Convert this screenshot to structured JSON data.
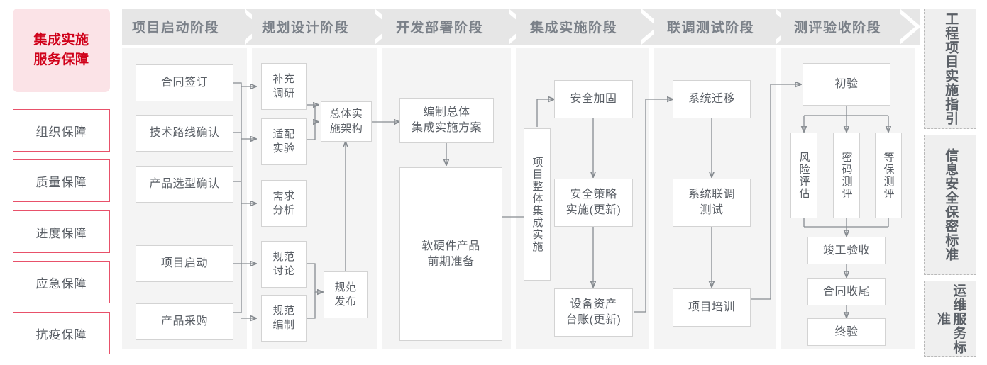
{
  "title_block": {
    "line1": "集成实施",
    "line2": "服务保障"
  },
  "guarantees": [
    {
      "label": "组织保障"
    },
    {
      "label": "质量保障"
    },
    {
      "label": "进度保障"
    },
    {
      "label": "应急保障"
    },
    {
      "label": "抗疫保障"
    }
  ],
  "phases": [
    {
      "id": "p1",
      "header": "项目启动阶段"
    },
    {
      "id": "p2",
      "header": "规划设计阶段"
    },
    {
      "id": "p3",
      "header": "开发部署阶段"
    },
    {
      "id": "p4",
      "header": "集成实施阶段"
    },
    {
      "id": "p5",
      "header": "联调测试阶段"
    },
    {
      "id": "p6",
      "header": "测评验收阶段"
    }
  ],
  "nodes": {
    "p1": [
      {
        "label": "合同签订"
      },
      {
        "label": "技术路线确认"
      },
      {
        "label": "产品选型确认"
      },
      {
        "label": "项目启动"
      },
      {
        "label": "产品采购"
      }
    ],
    "p2": [
      {
        "label": "补充\n调研"
      },
      {
        "label": "适配\n实验"
      },
      {
        "label": "需求\n分析"
      },
      {
        "label": "规范\n讨论"
      },
      {
        "label": "规范\n编制"
      },
      {
        "label": "总体实\n施架构"
      },
      {
        "label": "规范\n发布"
      }
    ],
    "p3": [
      {
        "label": "编制总体\n集成实施方案"
      },
      {
        "label": "软硬件产品\n前期准备"
      }
    ],
    "p4": [
      {
        "label": "项目整体集成实施"
      },
      {
        "label": "安全加固"
      },
      {
        "label": "安全策略\n实施(更新)"
      },
      {
        "label": "设备资产\n台账(更新)"
      }
    ],
    "p5": [
      {
        "label": "系统迁移"
      },
      {
        "label": "系统联调\n测试"
      },
      {
        "label": "项目培训"
      }
    ],
    "p6": [
      {
        "label": "初验"
      },
      {
        "label": "风险评估"
      },
      {
        "label": "密码测评"
      },
      {
        "label": "等保测评"
      },
      {
        "label": "竣工验收"
      },
      {
        "label": "合同收尾"
      },
      {
        "label": "终验"
      }
    ]
  },
  "standards": [
    {
      "label": "工程项目实施指引"
    },
    {
      "label": "信息安全保密标准"
    },
    {
      "label": "运维服务标准"
    }
  ],
  "colors": {
    "accent_red": "#d0021b",
    "title_bg": "#fbe3e7",
    "guarantee_border": "#e8516a",
    "panel_bg": "#f4f4f4",
    "chevron_bg": "#e6e6e6",
    "node_border": "#d3d3d3",
    "text": "#5a5f66",
    "wire": "#878c91",
    "standards_bg": "#efefef"
  }
}
